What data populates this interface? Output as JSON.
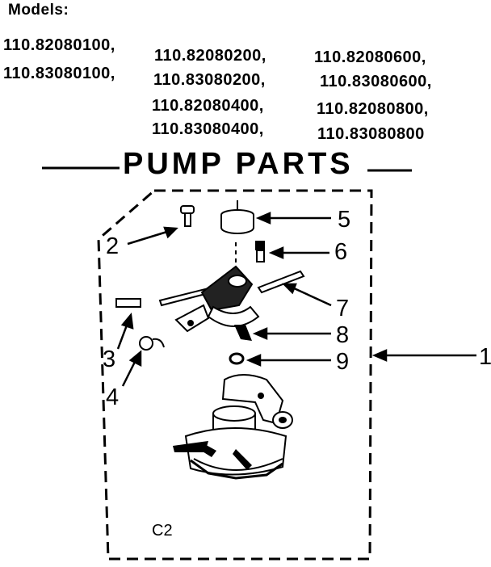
{
  "header": {
    "models_label": "Models:",
    "models": [
      "110.82080100,",
      "110.82080200,",
      "110.82080600,",
      "110.83080100,",
      "110.83080200,",
      "110.83080600,",
      "110.82080400,",
      "110.82080800,",
      "110.83080400,",
      "110.83080800"
    ]
  },
  "diagram": {
    "title": "PUMP PARTS",
    "callouts": [
      "1",
      "2",
      "3",
      "4",
      "5",
      "6",
      "7",
      "8",
      "9"
    ],
    "code": "C2"
  }
}
